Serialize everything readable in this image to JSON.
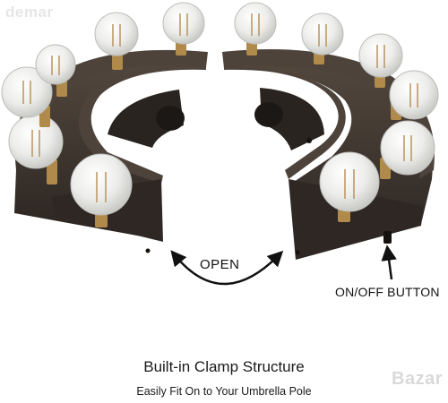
{
  "watermark_top": "demar",
  "labels": {
    "open": "OPEN",
    "on_off_button": "ON/OFF BUTTON"
  },
  "title": "Built-in Clamp Structure",
  "subtitle": "Easily Fit On to Your Umbrella Pole",
  "watermark_bottom": "Bazar",
  "colors": {
    "base": "#3a302b",
    "base_top": "#4f4540",
    "bulb_glass": "#f4f4f2",
    "socket": "#b08a4a",
    "arrow": "#111111"
  },
  "icons": [
    "edison-bulb-icon",
    "curved-double-arrow-icon",
    "pointer-arrow-icon"
  ]
}
